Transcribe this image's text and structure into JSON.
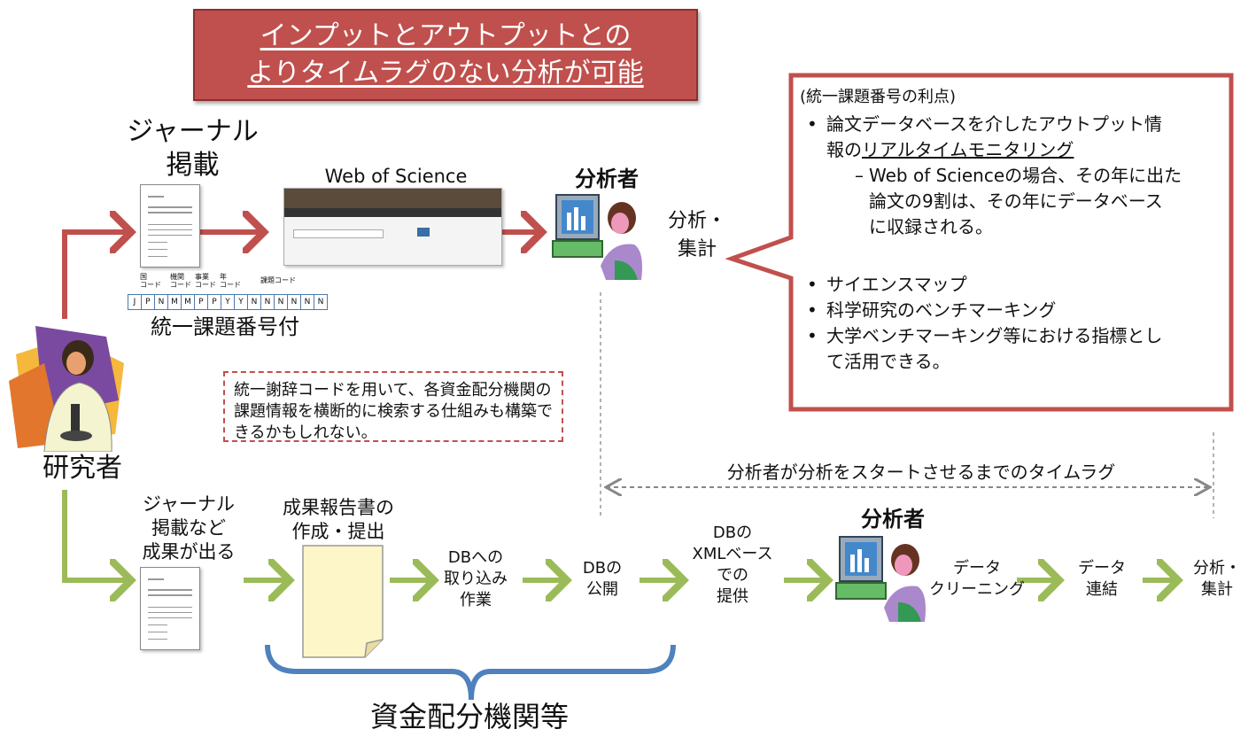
{
  "title": {
    "line1": "インプットとアウトプットとの",
    "line2": "よりタイムラグのない分析が可能"
  },
  "top_flow": {
    "journal_label": "ジャーナル\n掲載",
    "journal_label_1": "ジャーナル",
    "journal_label_2": "掲載",
    "wos_label": "Web of Science",
    "analyst_label": "分析者",
    "analysis_label_1": "分析・",
    "analysis_label_2": "集計",
    "code_label": "統一課題番号付",
    "code_headers": [
      "国\nコード",
      "機関\nコード",
      "事業\nコード",
      "年\nコード",
      "課題コード"
    ],
    "code_cells": [
      "J",
      "P",
      "N",
      "M",
      "M",
      "P",
      "P",
      "Y",
      "Y",
      "N",
      "N",
      "N",
      "N",
      "N",
      "N"
    ]
  },
  "researcher_label": "研究者",
  "callout": {
    "heading": "(統一課題番号の利点)",
    "bullet1_a": "論文データベースを介したアウトプット情",
    "bullet1_b": "報の",
    "bullet1_c": "リアルタイムモニタリング",
    "sub1": "Web of Scienceの場合、その年に出た",
    "sub2": "論文の9割は、その年にデータベース",
    "sub3": "に収録される。",
    "bullet2": "サイエンスマップ",
    "bullet3": "科学研究のベンチマーキング",
    "bullet4_a": "大学ベンチマーキング等における指標とし",
    "bullet4_b": "て活用できる。"
  },
  "note": "統一謝辞コードを用いて、各資金配分機関の課題情報を横断的に検索する仕組みも構築できるかもしれない。",
  "timelag_label": "分析者が分析をスタートさせるまでのタイムラグ",
  "bottom_flow": {
    "journal_1": "ジャーナル",
    "journal_2": "掲載など",
    "journal_3": "成果が出る",
    "report_1": "成果報告書の",
    "report_2": "作成・提出",
    "db_import_1": "DBへの",
    "db_import_2": "取り込み",
    "db_import_3": "作業",
    "db_pub_1": "DBの",
    "db_pub_2": "公開",
    "xml_1": "DBの",
    "xml_2": "XMLベース",
    "xml_3": "での",
    "xml_4": "提供",
    "analyst_label": "分析者",
    "cleaning_1": "データ",
    "cleaning_2": "クリーニング",
    "link_1": "データ",
    "link_2": "連結",
    "analysis_1": "分析・",
    "analysis_2": "集計"
  },
  "agency_label": "資金配分機関等",
  "colors": {
    "red": "#c0504d",
    "green": "#9bbb59",
    "blue": "#4f81bd",
    "gray": "#888888"
  }
}
